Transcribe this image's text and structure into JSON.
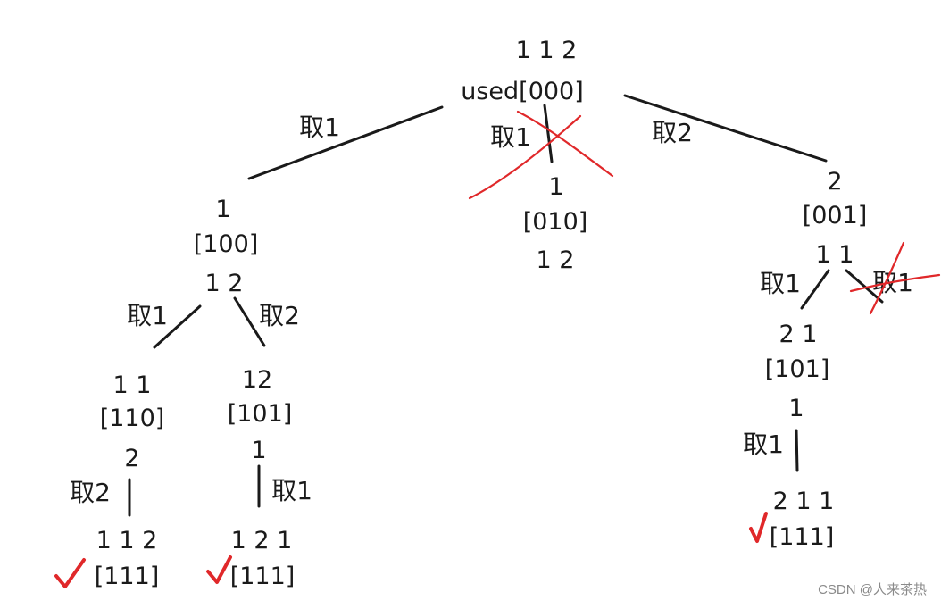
{
  "root": {
    "seq": "1 1 2",
    "used": "used[000]"
  },
  "edges": {
    "take1_left": "取1",
    "take1_mid": "取1",
    "take2_right": "取2"
  },
  "n1": {
    "val": "1",
    "used": "[100]",
    "rest": "1 2"
  },
  "n1_edges": {
    "take1": "取1",
    "take2": "取2"
  },
  "n11": {
    "val": "1 1",
    "used": "[110]",
    "rest": "2"
  },
  "n11_edge": "取2",
  "n112": {
    "val": "1 1 2",
    "used": "[111]"
  },
  "n12": {
    "val": "12",
    "used": "[101]",
    "rest": "1"
  },
  "n12_edge": "取1",
  "n121": {
    "val": "1 2 1",
    "used": "[111]"
  },
  "nmid": {
    "val": "1",
    "used": "[010]",
    "rest": "1 2"
  },
  "n2": {
    "val": "2",
    "used": "[001]",
    "rest": "1 1"
  },
  "n2_edges": {
    "take1": "取1",
    "take1_pruned": "取1"
  },
  "n21": {
    "val": "2 1",
    "used": "[101]",
    "rest": "1"
  },
  "n21_edge": "取1",
  "n211": {
    "val": "2 1 1",
    "used": "[111]"
  },
  "watermark": "CSDN @人来茶热"
}
